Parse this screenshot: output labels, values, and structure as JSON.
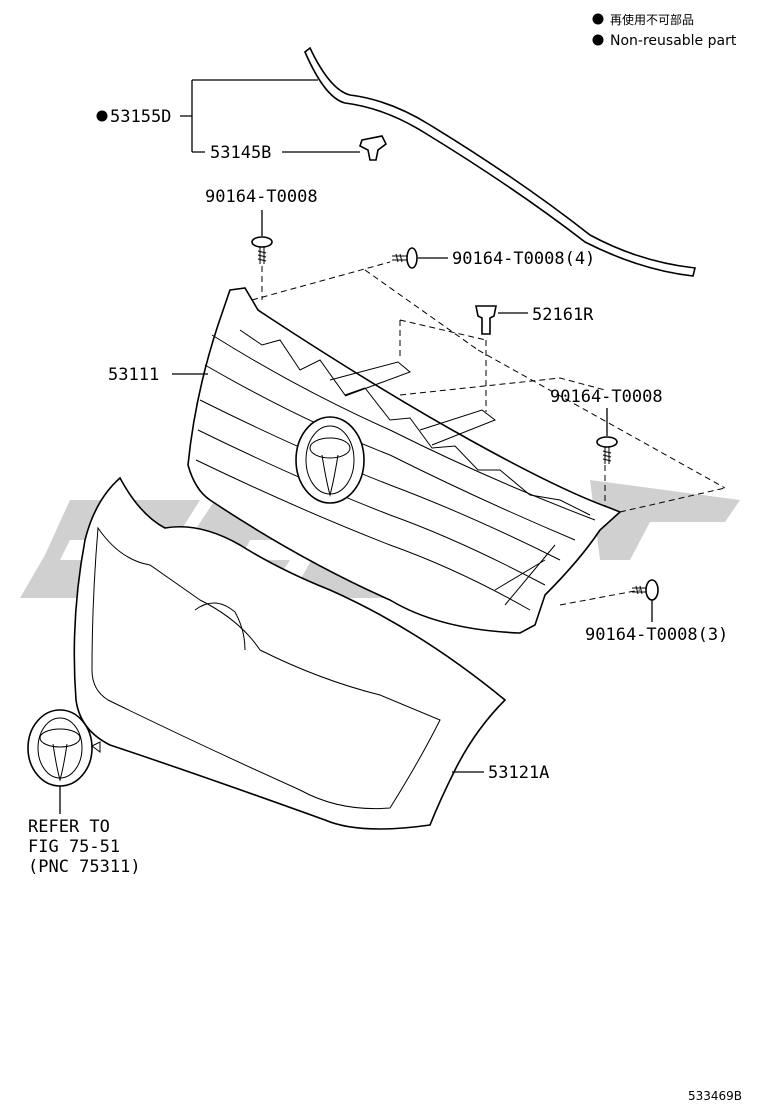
{
  "legend": {
    "line1": "再使用不可部品",
    "line2": "Non-reusable part"
  },
  "watermark_color": "#c8c8c8",
  "parts": {
    "p53155D": "53155D",
    "p53145B": "53145B",
    "p90164_top": "90164-T0008",
    "p90164_4": "90164-T0008(4)",
    "p52161R": "52161R",
    "p53111": "53111",
    "p90164_right": "90164-T0008",
    "p90164_3": "90164-T0008(3)",
    "p53121A": "53121A"
  },
  "refer": {
    "line1": "REFER TO",
    "line2": "FIG 75-51",
    "line3": "(PNC 75311)"
  },
  "figure_id": "533469B"
}
